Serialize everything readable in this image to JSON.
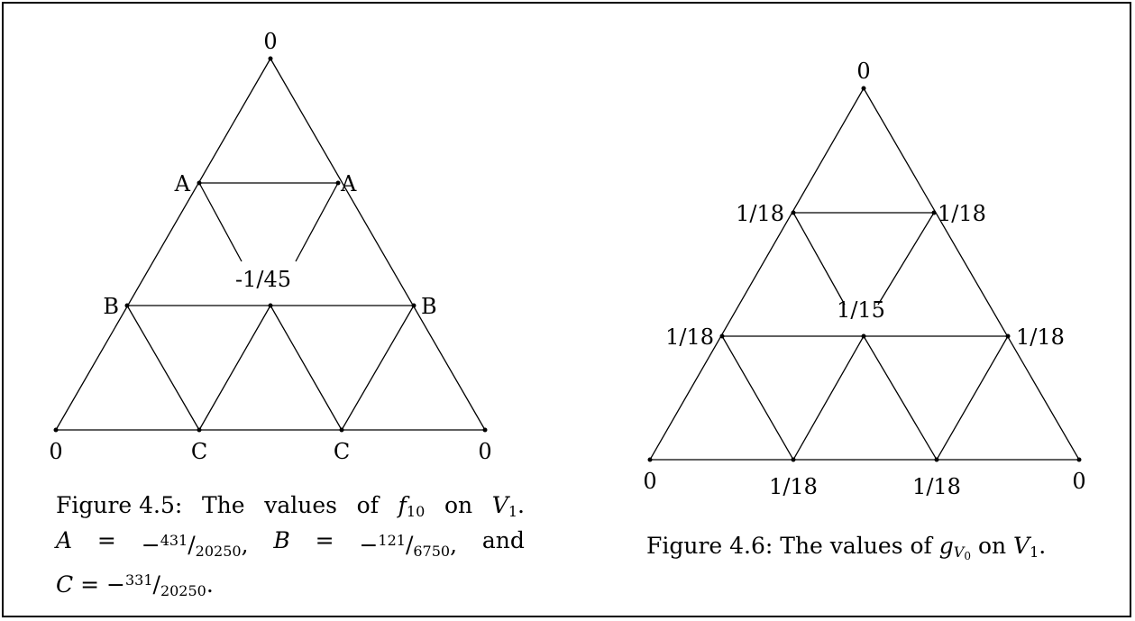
{
  "figures": [
    {
      "id": "fig45",
      "labels": {
        "top": "0",
        "left_upper": "A",
        "right_upper": "A",
        "center": "-1/45",
        "left_mid": "B",
        "right_mid": "B",
        "bottom_left": "0",
        "bottom_c1": "C",
        "bottom_c2": "C",
        "bottom_right": "0"
      },
      "caption": {
        "prefix": "Figure 4.5:",
        "w1": "The",
        "w2": "values",
        "w3": "of",
        "func": "f",
        "func_sub": "10",
        "w4": "on",
        "set": "V",
        "set_sub": "1",
        "A": "A",
        "eq": "=",
        "A_sign": "−",
        "A_num": "431",
        "A_den": "20250",
        "B": "B",
        "B_sign": "−",
        "B_num": "121",
        "B_den": "6750",
        "and": "and",
        "C": "C",
        "C_sign": "−",
        "C_num": "331",
        "C_den": "20250"
      }
    },
    {
      "id": "fig46",
      "labels": {
        "top": "0",
        "left_upper": "1/18",
        "right_upper": "1/18",
        "center": "1/15",
        "left_mid": "1/18",
        "right_mid": "1/18",
        "bottom_left": "0",
        "bottom_c1": "1/18",
        "bottom_c2": "1/18",
        "bottom_right": "0"
      },
      "caption": {
        "prefix": "Figure 4.6:",
        "text": "The values of",
        "func": "g",
        "func_sub": "V",
        "func_subsub": "0",
        "on": "on",
        "set": "V",
        "set_sub": "1"
      }
    }
  ]
}
